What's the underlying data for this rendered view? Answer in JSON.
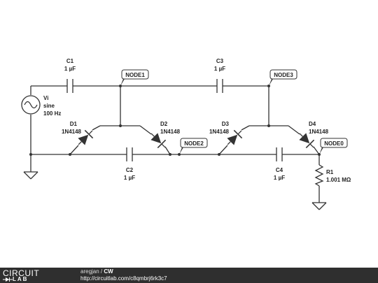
{
  "source": {
    "label": "Vi",
    "wave": "sine",
    "freq": "100 Hz"
  },
  "capacitors": [
    {
      "ref": "C1",
      "value": "1 µF"
    },
    {
      "ref": "C2",
      "value": "1 µF"
    },
    {
      "ref": "C3",
      "value": "1 µF"
    },
    {
      "ref": "C4",
      "value": "1 µF"
    }
  ],
  "diodes": [
    {
      "ref": "D1",
      "part": "1N4148"
    },
    {
      "ref": "D2",
      "part": "1N4148"
    },
    {
      "ref": "D3",
      "part": "1N4148"
    },
    {
      "ref": "D4",
      "part": "1N4148"
    }
  ],
  "resistor": {
    "ref": "R1",
    "value": "1.001 MΩ"
  },
  "nodes": [
    "NODE1",
    "NODE2",
    "NODE3",
    "NODE0"
  ],
  "footer": {
    "logo_top": "CIRCUIT",
    "logo_bottom": "LAB",
    "owner": "aregjan",
    "separator": " / ",
    "title": "CW",
    "url": "http://circuitlab.com/c8qmbrj6rk3c7"
  },
  "colors": {
    "wire": "#333333",
    "footer_bg": "#2f2f2f"
  }
}
